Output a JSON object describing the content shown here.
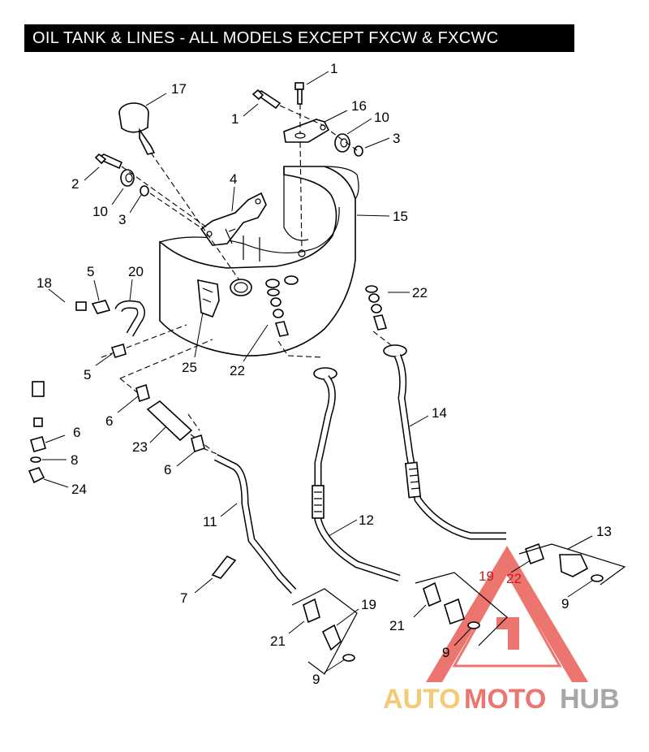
{
  "title": "OIL TANK & LINES - ALL MODELS EXCEPT FXCW & FXCWC",
  "callouts": {
    "c1a": "1",
    "c1b": "1",
    "c17": "17",
    "c16": "16",
    "c10a": "10",
    "c3a": "3",
    "c2": "2",
    "c10b": "10",
    "c3b": "3",
    "c4": "4",
    "c15": "15",
    "c18": "18",
    "c5a": "5",
    "c20": "20",
    "c22a": "22",
    "c25": "25",
    "c22b": "22",
    "c5b": "5",
    "c6a": "6",
    "c14": "14",
    "c23": "23",
    "c6b": "6",
    "c6c": "6",
    "c8": "8",
    "c24": "24",
    "c11": "11",
    "c12": "12",
    "c13": "13",
    "c19a": "19",
    "c22c": "22",
    "c9a": "9",
    "c21a": "21",
    "c9b": "9",
    "c7": "7",
    "c19b": "19",
    "c21b": "21",
    "c9c": "9"
  },
  "watermark": {
    "part1": "AUTO",
    "part2": "MOTO",
    "part3": "HUB",
    "color_a": "#f2b94a",
    "color_b": "#e8483f",
    "color_c": "#8a8a8a"
  }
}
